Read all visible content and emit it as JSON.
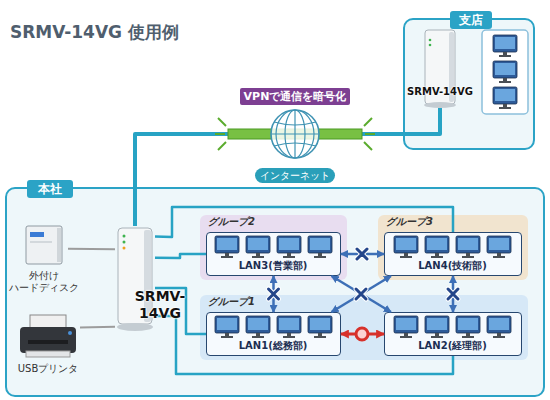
{
  "diagram": {
    "title": "SRMV-14VG 使用例",
    "nodes": [
      {
        "text": [
          "支店"
        ]
      },
      {
        "text": [
          "SRMV-14VG"
        ],
        "in": 0
      },
      {
        "text": [
          "VPNで通信を暗号化",
          "インターネット"
        ]
      },
      {
        "text": [
          "本社"
        ]
      },
      {
        "text": [
          "SRMV-14VG"
        ],
        "in": 3
      },
      {
        "text": [
          "外付け ハードディスク"
        ],
        "in": 3
      },
      {
        "text": [
          "USBプリンタ"
        ],
        "in": 3
      },
      {
        "text": [
          "グループ2"
        ],
        "in": 3
      },
      {
        "text": [
          "LAN3(営業部)"
        ],
        "in": 7
      },
      {
        "text": [
          "グループ3"
        ],
        "in": 3
      },
      {
        "text": [
          "LAN4(技術部)"
        ],
        "in": 9
      },
      {
        "text": [
          "グループ1"
        ],
        "in": 3
      },
      {
        "text": [
          "LAN1(総務部)"
        ],
        "in": 11
      },
      {
        "text": [
          "LAN2(経理部)"
        ],
        "in": 11
      }
    ],
    "edges": [
      {
        "from": 4,
        "to": 2,
        "arrow": "none"
      },
      {
        "from": 2,
        "to": 1,
        "arrow": "none"
      },
      {
        "from": 4,
        "to": 5,
        "arrow": "none"
      },
      {
        "from": 4,
        "to": 6,
        "arrow": "none"
      },
      {
        "from": 4,
        "to": 8,
        "arrow": "none"
      },
      {
        "from": 4,
        "to": 10,
        "arrow": "none"
      },
      {
        "from": 4,
        "to": 12,
        "arrow": "none"
      },
      {
        "from": 4,
        "to": 13,
        "arrow": "none"
      },
      {
        "from": 8,
        "to": 10,
        "arrow": "both"
      },
      {
        "from": 8,
        "to": 12,
        "arrow": "both"
      },
      {
        "from": 8,
        "to": 13,
        "arrow": "both"
      },
      {
        "from": 10,
        "to": 12,
        "arrow": "both"
      },
      {
        "from": 10,
        "to": 13,
        "arrow": "both"
      },
      {
        "from": 12,
        "to": 13,
        "arrow": "both"
      }
    ]
  }
}
